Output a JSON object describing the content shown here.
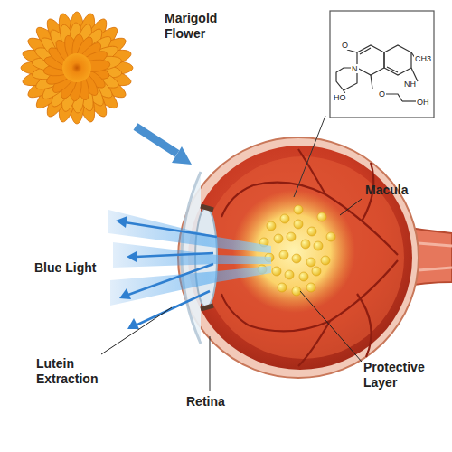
{
  "diagram": {
    "labels": [
      "Marigold Flower",
      "Macula",
      "Blue Light",
      "Lutein Extraction",
      "Retina",
      "Protective Layer",
      "O",
      "N",
      "CH3",
      "HO",
      "O",
      "NH",
      "OH"
    ]
  }
}
